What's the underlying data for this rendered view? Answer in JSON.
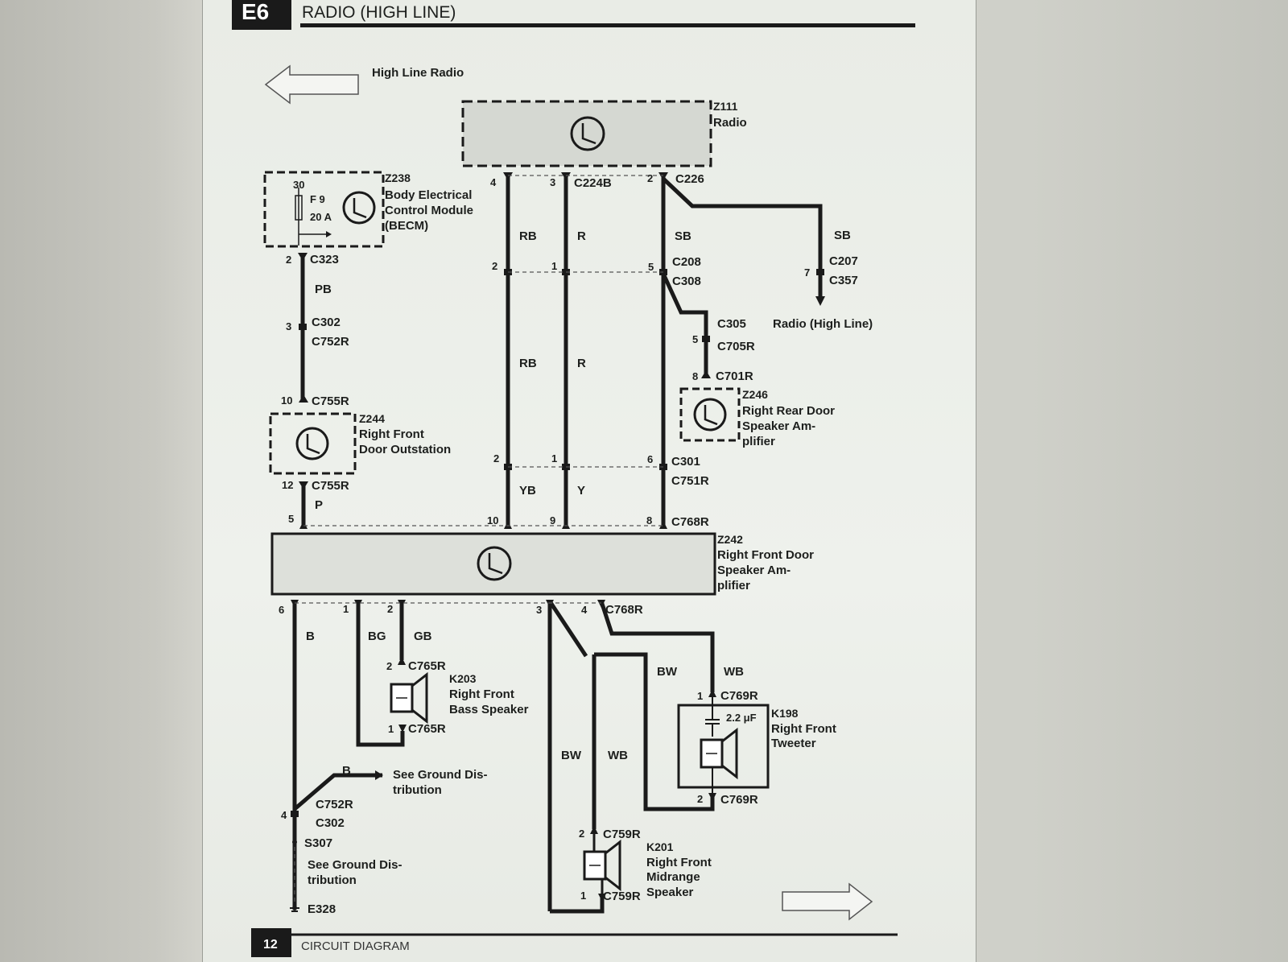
{
  "header": {
    "section_code": "E6",
    "title": "RADIO (HIGH LINE)"
  },
  "nav": {
    "prev_label": "High Line Radio"
  },
  "footer": {
    "page_number": "12",
    "label": "CIRCUIT DIAGRAM"
  },
  "components": {
    "z111": {
      "id": "Z111",
      "name": "Radio"
    },
    "z238": {
      "id": "Z238",
      "line1": "Body Electrical",
      "line2": "Control Module",
      "line3": "(BECM)",
      "terminal": "30",
      "fuse": "F 9",
      "rating": "20 A"
    },
    "z244": {
      "id": "Z244",
      "line1": "Right Front",
      "line2": "Door Outstation"
    },
    "z246": {
      "id": "Z246",
      "line1": "Right Rear Door",
      "line2": "Speaker Am-",
      "line3": "plifier"
    },
    "z242": {
      "id": "Z242",
      "line1": "Right Front Door",
      "line2": "Speaker Am-",
      "line3": "plifier"
    },
    "k203": {
      "id": "K203",
      "line1": "Right Front",
      "line2": "Bass Speaker"
    },
    "k198": {
      "id": "K198",
      "line1": "Right Front",
      "line2": "Tweeter",
      "capacitor": "2.2 μF"
    },
    "k201": {
      "id": "K201",
      "line1": "Right Front",
      "line2": "Midrange",
      "line3": "Speaker"
    }
  },
  "connectors": {
    "c224b": "C224B",
    "c226": "C226",
    "c323": "C323",
    "c302a": "C302",
    "c752r_a": "C752R",
    "c755r_a": "C755R",
    "c755r_b": "C755R",
    "c208": "C208",
    "c308": "C308",
    "c207": "C207",
    "c357": "C357",
    "c305": "C305",
    "c705r": "C705R",
    "c701r": "C701R",
    "c301": "C301",
    "c751r": "C751R",
    "c768r_a": "C768R",
    "c768r_b": "C768R",
    "c765r_a": "C765R",
    "c765r_b": "C765R",
    "c769r_a": "C769R",
    "c769r_b": "C769R",
    "c752r_b": "C752R",
    "c302b": "C302",
    "s307": "S307",
    "e328": "E328",
    "c759r_a": "C759R",
    "c759r_b": "C759R"
  },
  "offpage": {
    "radio_high_line": "Radio (High Line)",
    "ground1_l1": "See Ground Dis-",
    "ground1_l2": "tribution",
    "ground2_l1": "See Ground Dis-",
    "ground2_l2": "tribution"
  },
  "wires": {
    "rb": "RB",
    "r": "R",
    "sb1": "SB",
    "sb2": "SB",
    "pb": "PB",
    "rb2": "RB",
    "r2": "R",
    "yb": "YB",
    "y": "Y",
    "p": "P",
    "b1": "B",
    "bg": "BG",
    "gb": "GB",
    "bw1": "BW",
    "wb1": "WB",
    "bw2": "BW",
    "wb2": "WB",
    "b2": "B"
  },
  "pins": {
    "p4_top": "4",
    "p3_top": "3",
    "p2_top": "2",
    "p30": "30",
    "p2_c323": "2",
    "p3_c302": "3",
    "p10_c755": "10",
    "p2_c208": "2",
    "p1_c208": "1",
    "p5_c208": "5",
    "p7_c207": "7",
    "p5_c705": "5",
    "p8_c701": "8",
    "p12_c755": "12",
    "p2_c301": "2",
    "p1_c301": "1",
    "p6_c301": "6",
    "p5_c768": "5",
    "p10_c768": "10",
    "p9_c768": "9",
    "p8_c768": "8",
    "p6_bot": "6",
    "p1_bot": "1",
    "p2_bot": "2",
    "p3_bot": "3",
    "p4_bot": "4",
    "p2_c765": "2",
    "p1_c765": "1",
    "p1_c769": "1",
    "p2_c769": "2",
    "p4_c752": "4",
    "p2_c759": "2",
    "p1_c759": "1"
  }
}
